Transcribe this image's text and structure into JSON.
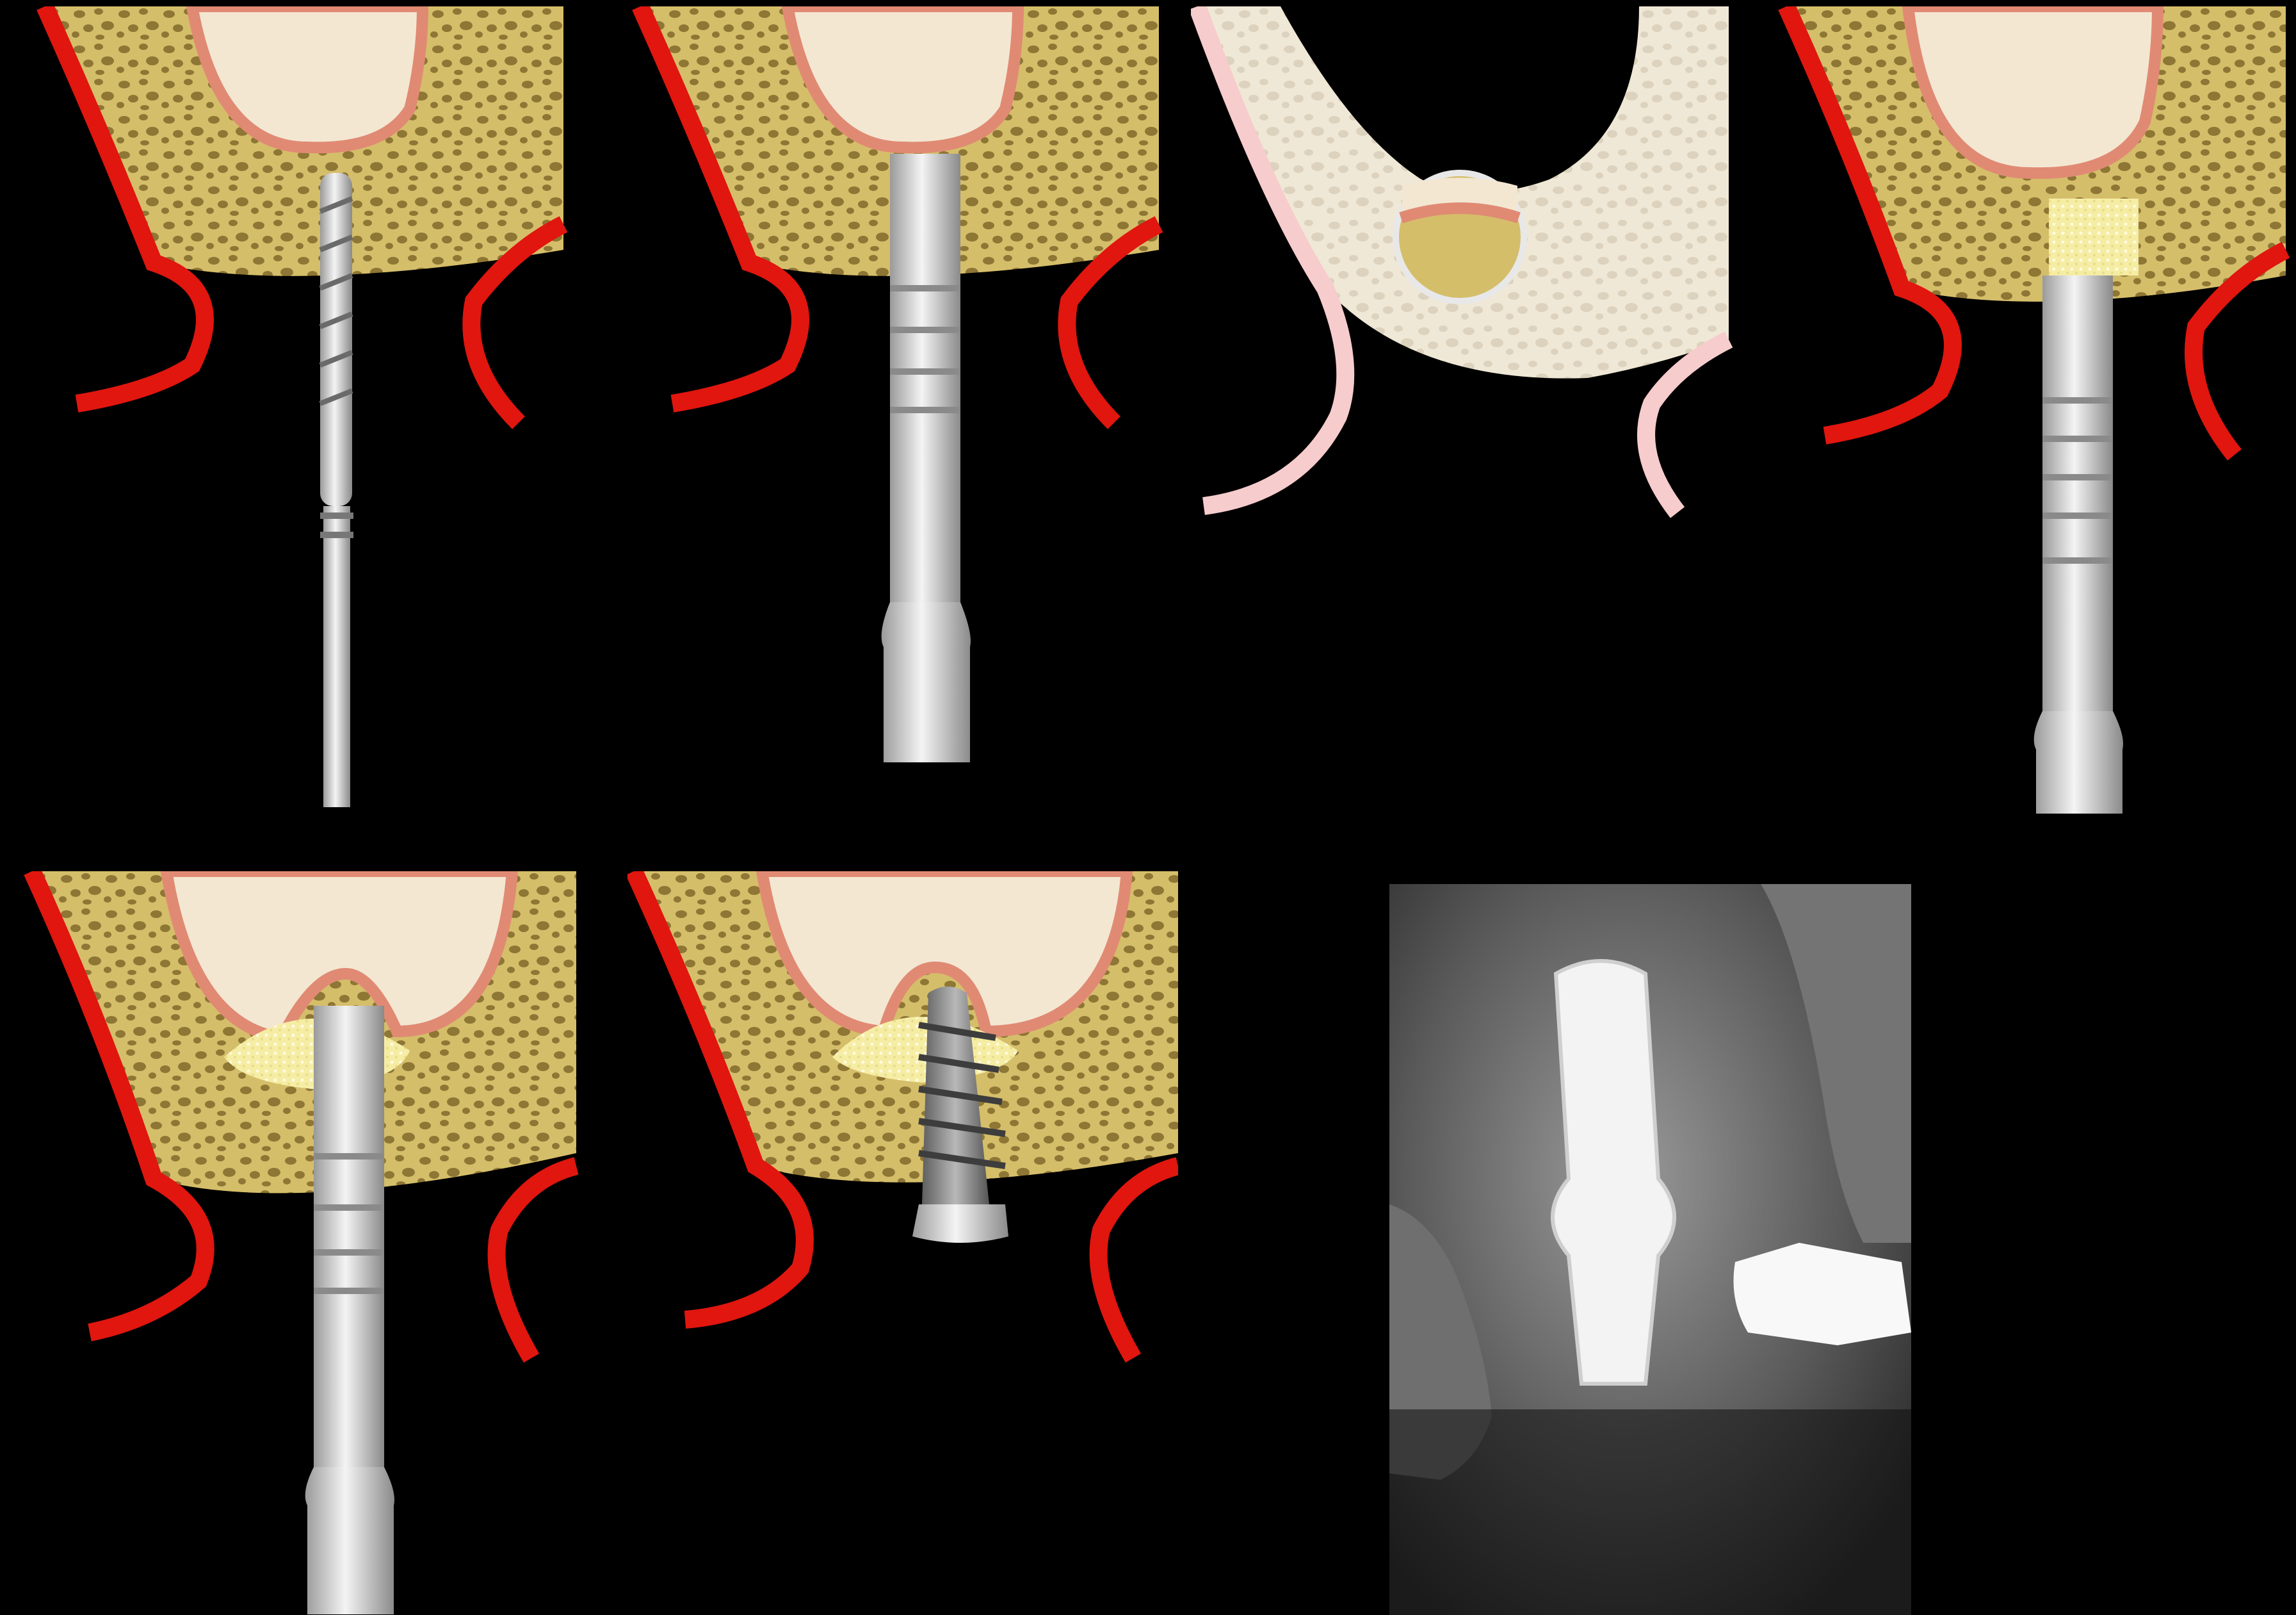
{
  "figure": {
    "panels": [
      {
        "id": "step-1",
        "tool": "twist-drill"
      },
      {
        "id": "step-2",
        "tool": "osteotome"
      },
      {
        "id": "step-3",
        "tool": "membrane-elevation"
      },
      {
        "id": "step-4",
        "tool": "osteotome-with-graft"
      },
      {
        "id": "step-5",
        "tool": "osteotome-with-graft"
      },
      {
        "id": "step-6",
        "tool": "implant"
      },
      {
        "id": "step-7",
        "tool": "radiograph"
      }
    ],
    "colors": {
      "background": "#000000",
      "sinus": "#F3E7D2",
      "sinus_membrane": "#E08A74",
      "bone": "#D5BE6A",
      "trabecula": "#8E7634",
      "gingiva": "#E0160F",
      "graft": "#F6EDA5",
      "instrument": "#E2E2E2"
    }
  }
}
